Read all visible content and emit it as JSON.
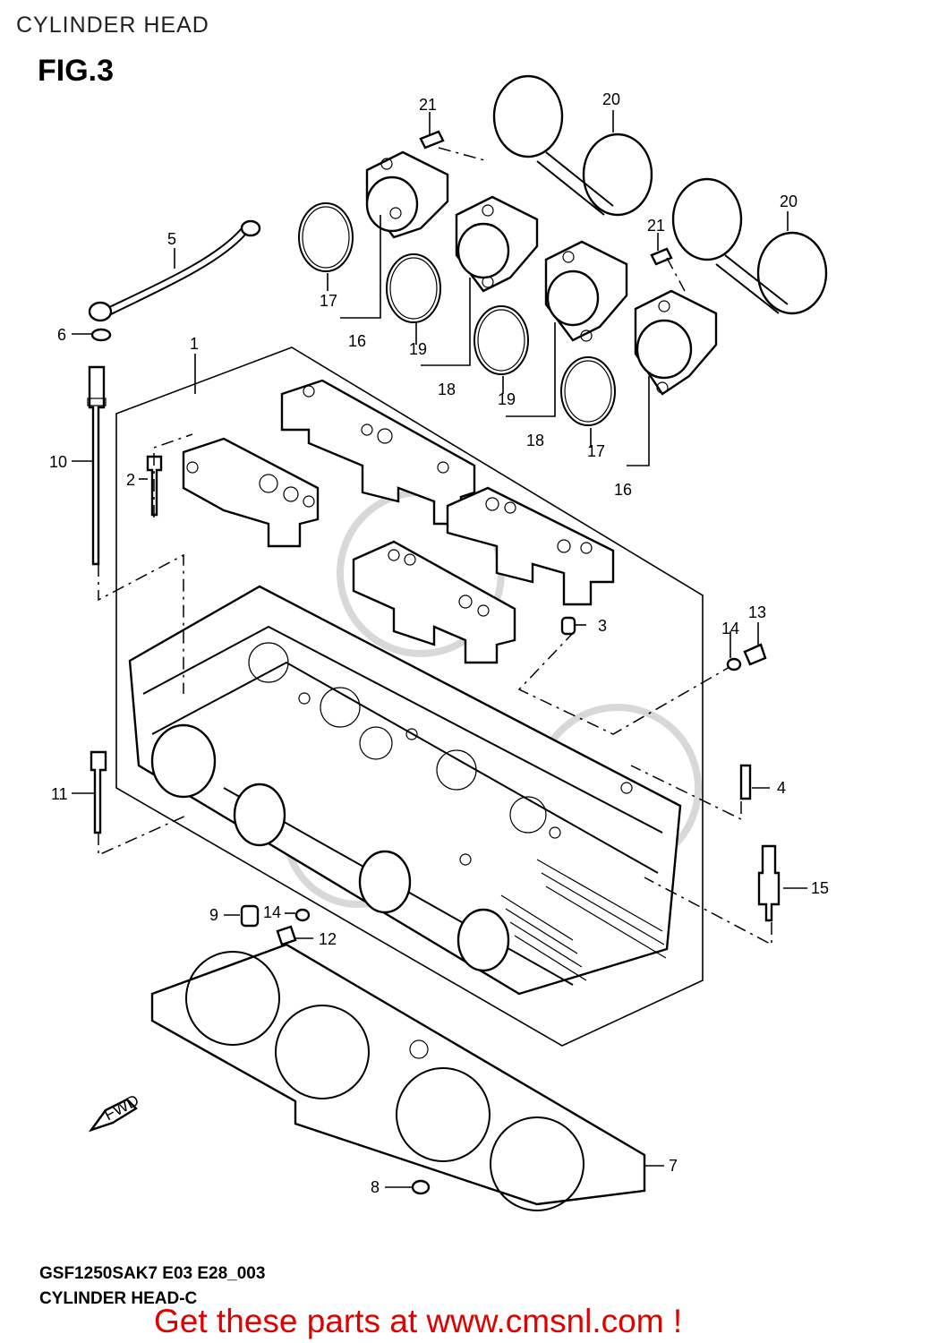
{
  "header": {
    "title": "CYLINDER HEAD",
    "figure": "FIG.3"
  },
  "footer": {
    "diagram_code": "GSF1250SAK7 E03 E28_003",
    "diagram_title": "CYLINDER HEAD-C",
    "promo": "Get these parts at www.cmsnl.com !"
  },
  "arrow_label": "FWD",
  "callouts": [
    "1",
    "2",
    "3",
    "4",
    "5",
    "6",
    "7",
    "8",
    "9",
    "10",
    "11",
    "12",
    "13",
    "14",
    "14",
    "15",
    "16",
    "16",
    "17",
    "17",
    "18",
    "18",
    "19",
    "19",
    "20",
    "20",
    "21",
    "21"
  ]
}
